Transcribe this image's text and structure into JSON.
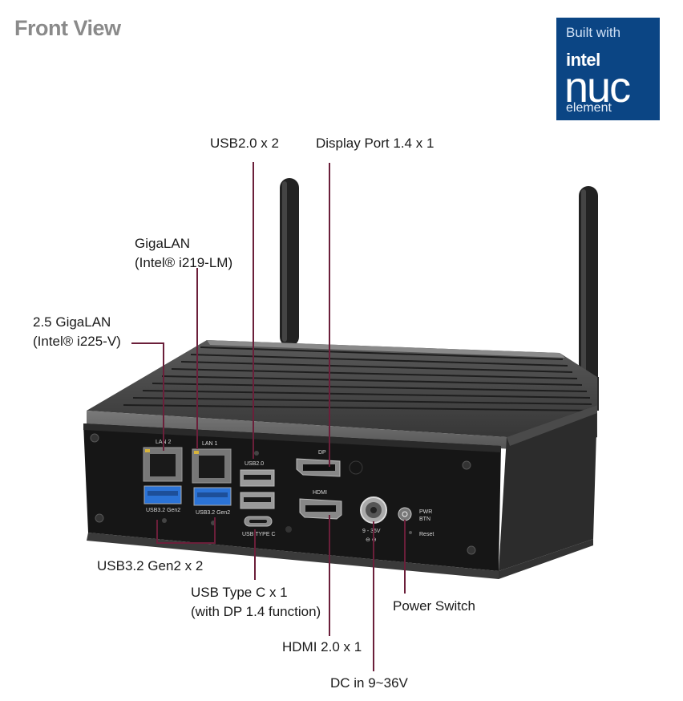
{
  "header": {
    "title": "Front View"
  },
  "badge": {
    "line1": "Built with",
    "brand": "intel",
    "product": "nuc",
    "line3": "element"
  },
  "callouts": {
    "usb20": "USB2.0 x 2",
    "displayport": "Display Port 1.4 x 1",
    "gigalan_1": "GigaLAN",
    "gigalan_2": "(Intel® i219-LM)",
    "lan25_1": "2.5 GigaLAN",
    "lan25_2": "(Intel® i225-V)",
    "usb32": "USB3.2 Gen2 x 2",
    "typec_1": "USB Type C x 1",
    "typec_2": "(with DP 1.4 function)",
    "power": "Power Switch",
    "hdmi": "HDMI 2.0 x 1",
    "dc": "DC in 9~36V"
  },
  "panel_labels": {
    "lan2": "LAN 2",
    "lan1": "LAN 1",
    "usb20": "USB2.0",
    "dp": "DP",
    "hdmi": "HDMI",
    "usb32_a": "USB3.2 Gen2",
    "usb32_b": "USB3.2 Gen2",
    "typec": "USB TYPE C",
    "pwr": "PWR",
    "btn": "BTN",
    "reset": "Reset",
    "voltage": "9 - 36V"
  },
  "colors": {
    "callout_line": "#6b1f3a",
    "badge_bg": "#0b4584",
    "usb3_blue": "#2b73d6"
  }
}
